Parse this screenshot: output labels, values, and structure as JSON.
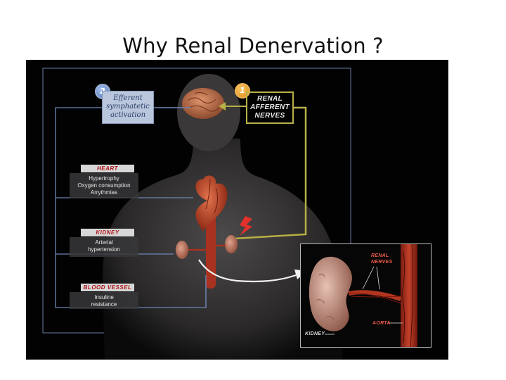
{
  "slide": {
    "title": "Why Renal Denervation ?"
  },
  "figure": {
    "step_badges": [
      {
        "number": "2",
        "color": "#5b7fc4"
      },
      {
        "number": "1",
        "color": "#e89a1e"
      }
    ],
    "efferent_box": {
      "lines": [
        "Efferent",
        "symphatetic",
        "activation"
      ]
    },
    "afferent_box": {
      "lines": [
        "RENAL",
        "AFFERENT",
        "NERVES"
      ]
    },
    "categories": [
      {
        "label": "HEART",
        "items": [
          "Hypertrophy",
          "Oxygen consumption",
          "Arrythmias"
        ]
      },
      {
        "label": "KIDNEY",
        "items": [
          "Arterial",
          "hypertension"
        ]
      },
      {
        "label": "BLOOD VESSEL",
        "items": [
          "Insuline",
          "resistance"
        ]
      }
    ],
    "inset": {
      "renal_nerves": [
        "RENAL",
        "NERVES"
      ],
      "aorta": "AORTA",
      "kidney": "KIDNEY"
    },
    "colors": {
      "efferent_blue": "#6d86b6",
      "afferent_yellow": "#b7b046",
      "aorta_red": "#b0321c",
      "label_red": "#b01818"
    }
  }
}
